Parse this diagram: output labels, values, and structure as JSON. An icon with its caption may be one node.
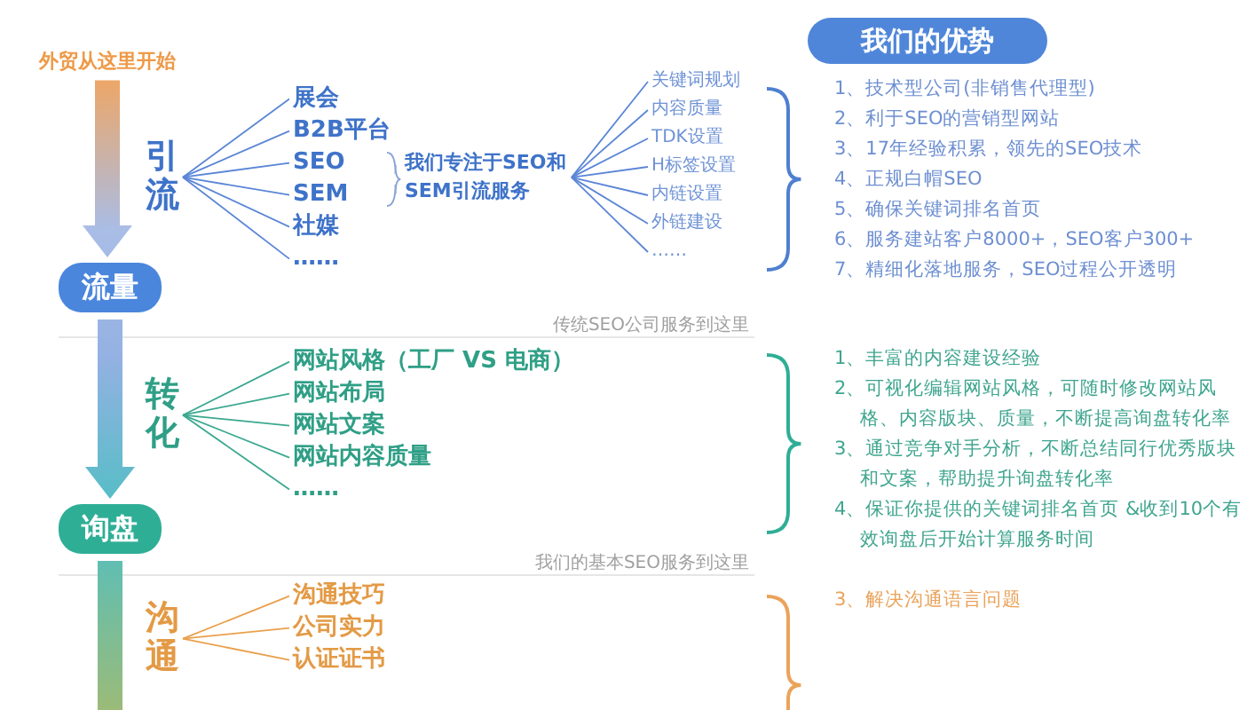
{
  "diagram": {
    "nodes": [
      {
        "text": [
          "外贸从这里开始"
        ]
      },
      {
        "text": [
          "流量"
        ]
      },
      {
        "text": [
          "询盘"
        ]
      },
      {
        "text": [
          "引流"
        ]
      },
      {
        "text": [
          "展会"
        ]
      },
      {
        "text": [
          "B2B平台"
        ]
      },
      {
        "text": [
          "SEO"
        ]
      },
      {
        "text": [
          "SEM"
        ]
      },
      {
        "text": [
          "社媒"
        ]
      },
      {
        "text": [
          "……"
        ]
      },
      {
        "text": [
          "我们专注于SEO和SEM引流服务"
        ]
      },
      {
        "text": [
          "关键词规划"
        ]
      },
      {
        "text": [
          "内容质量"
        ]
      },
      {
        "text": [
          "TDK设置"
        ]
      },
      {
        "text": [
          "H标签设置"
        ]
      },
      {
        "text": [
          "内链设置"
        ]
      },
      {
        "text": [
          "外链建设"
        ]
      },
      {
        "text": [
          "……"
        ]
      },
      {
        "text": [
          "我们的优势"
        ]
      },
      {
        "text": [
          "转化"
        ]
      },
      {
        "text": [
          "网站风格（工厂 VS 电商）"
        ]
      },
      {
        "text": [
          "网站布局"
        ]
      },
      {
        "text": [
          "网站文案"
        ]
      },
      {
        "text": [
          "网站内容质量"
        ]
      },
      {
        "text": [
          "……"
        ]
      },
      {
        "text": [
          "沟通"
        ]
      },
      {
        "text": [
          "沟通技巧"
        ]
      },
      {
        "text": [
          "公司实力"
        ]
      },
      {
        "text": [
          "认证证书"
        ]
      }
    ],
    "edges": [
      {
        "from": 0,
        "to": 1,
        "arrow": "to",
        "style": "thick"
      },
      {
        "from": 1,
        "to": 2,
        "arrow": "to",
        "style": "thick"
      },
      {
        "from": 2,
        "to": null,
        "arrow": "none",
        "style": "thick"
      },
      {
        "from": 3,
        "to": 4,
        "arrow": "none"
      },
      {
        "from": 3,
        "to": 5,
        "arrow": "none"
      },
      {
        "from": 3,
        "to": 6,
        "arrow": "none"
      },
      {
        "from": 3,
        "to": 7,
        "arrow": "none"
      },
      {
        "from": 3,
        "to": 8,
        "arrow": "none"
      },
      {
        "from": 3,
        "to": 9,
        "arrow": "none"
      },
      {
        "from": 10,
        "to": 11,
        "arrow": "none"
      },
      {
        "from": 10,
        "to": 12,
        "arrow": "none"
      },
      {
        "from": 10,
        "to": 13,
        "arrow": "none"
      },
      {
        "from": 10,
        "to": 14,
        "arrow": "none"
      },
      {
        "from": 10,
        "to": 15,
        "arrow": "none"
      },
      {
        "from": 10,
        "to": 16,
        "arrow": "none"
      },
      {
        "from": 10,
        "to": 17,
        "arrow": "none"
      },
      {
        "from": 19,
        "to": 20,
        "arrow": "none",
        "color": "#3aa88f"
      },
      {
        "from": 19,
        "to": 21,
        "arrow": "none",
        "color": "#3aa88f"
      },
      {
        "from": 19,
        "to": 22,
        "arrow": "none",
        "color": "#3aa88f"
      },
      {
        "from": 19,
        "to": 23,
        "arrow": "none",
        "color": "#3aa88f"
      },
      {
        "from": 19,
        "to": 24,
        "arrow": "none",
        "color": "#3aa88f"
      },
      {
        "from": 25,
        "to": 26,
        "arrow": "none",
        "color": "#e9a04d"
      },
      {
        "from": 25,
        "to": 27,
        "arrow": "none",
        "color": "#e9a04d"
      },
      {
        "from": 25,
        "to": 28,
        "arrow": "none",
        "color": "#e9a04d"
      }
    ],
    "labels": [
      "传统SEO公司服务到这里",
      "我们的基本SEO服务到这里",
      "1、技术型公司(非销售代理型)",
      "2、利于SEO的营销型网站",
      "3、17年经验积累，领先的SEO技术",
      "4、正规白帽SEO",
      "5、确保关键词排名首页",
      "6、服务建站客户8000+，SEO客户300+",
      "7、精细化落地服务，SEO过程公开透明",
      "1、丰富的内容建设经验",
      "2、可视化编辑网站风格，可随时修改网站风格、内容版块、质量，不断提高询盘转化率",
      "3、通过竞争对手分析，不断总结同行优秀版块和文案，帮助提升询盘转化率",
      "4、保证你提供的关键词排名首页 &收到10个有效询盘后开始计算服务时间",
      "3、解决沟通语言问题"
    ]
  }
}
